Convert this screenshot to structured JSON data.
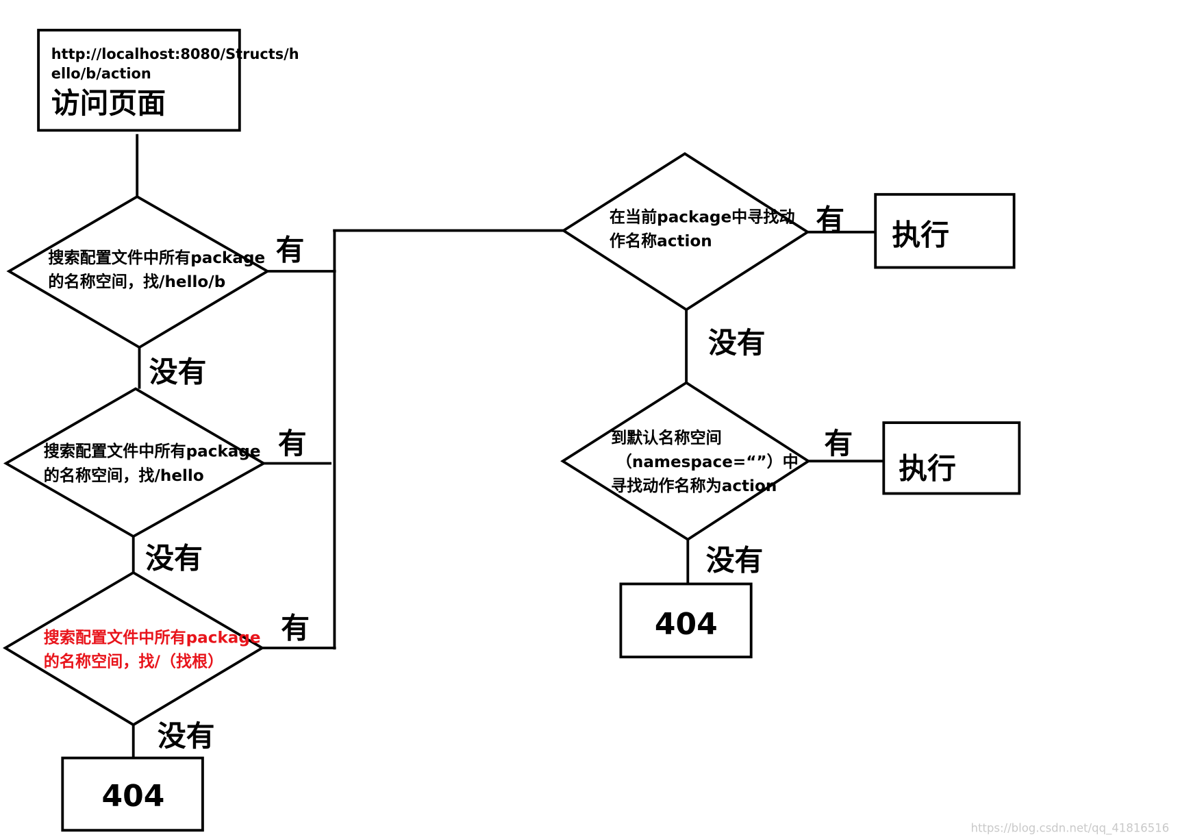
{
  "start": {
    "url_line1": "http://localhost:8080/Structs/h",
    "url_line2": "ello/b/action",
    "label": "访问页面"
  },
  "decision1": {
    "line1": "搜索配置文件中所有package",
    "line2": "的名称空间，找/hello/b"
  },
  "decision2": {
    "line1": "搜索配置文件中所有package",
    "line2": "的名称空间，找/hello"
  },
  "decision3": {
    "line1": "搜索配置文件中所有package",
    "line2": "的名称空间，找/（找根）",
    "color": "#e8141b"
  },
  "decision4": {
    "line1": "在当前package中寻找动",
    "line2": "作名称action"
  },
  "decision5": {
    "line1": "到默认名称空间",
    "line2": "（namespace=“”）中",
    "line3": "寻找动作名称为action"
  },
  "labels": {
    "yes": "有",
    "no": "没有"
  },
  "terminals": {
    "not_found": "404",
    "execute": "执行"
  },
  "watermark": "https://blog.csdn.net/qq_41816516"
}
